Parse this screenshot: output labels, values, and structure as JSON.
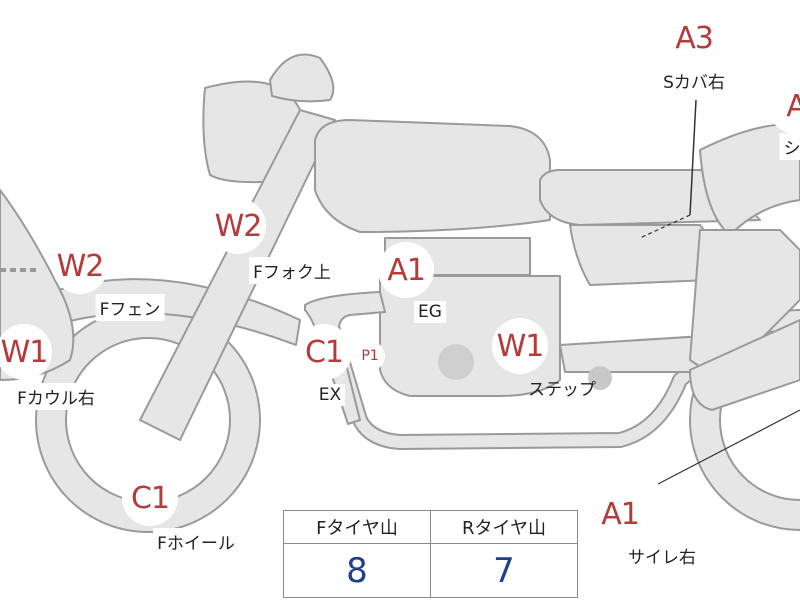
{
  "badges": {
    "a3": "A3",
    "a_partial": "A",
    "w2_fork": "W2",
    "w2_fender": "W2",
    "a1_engine": "A1",
    "w1_cowl": "W1",
    "c1_exhaust": "C1",
    "p1": "P1",
    "w1_step": "W1",
    "c1_wheel": "C1",
    "a1_muffler": "A1"
  },
  "labels": {
    "s_cover_right": "Sカバ右",
    "seat_partial": "シ",
    "f_fork_upper": "Fフォク上",
    "f_fender": "Fフェン",
    "engine": "EG",
    "f_cowl_right": "Fカウル右",
    "exhaust": "EX",
    "step": "ステップ",
    "f_wheel": "Fホイール",
    "muffler_right": "サイレ右"
  },
  "tire_table": {
    "headers": [
      "Fタイヤ山",
      "Rタイヤ山"
    ],
    "values": [
      "8",
      "7"
    ]
  },
  "colors": {
    "body_fill": "#e6e6e6",
    "outline": "#999999",
    "badge_text": "#b53a3a",
    "table_value": "#1e3f8a"
  }
}
